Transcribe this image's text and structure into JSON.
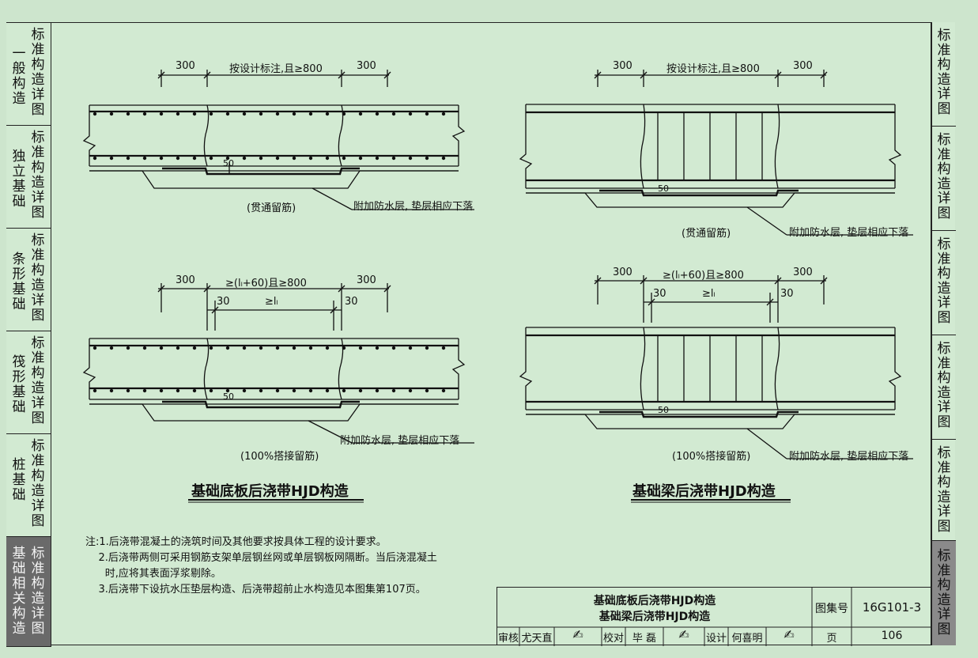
{
  "left_tabs": [
    {
      "a": "一般构造",
      "b": "标准构造详图"
    },
    {
      "a": "独立基础",
      "b": "标准构造详图"
    },
    {
      "a": "条形基础",
      "b": "标准构造详图"
    },
    {
      "a": "筏形基础",
      "b": "标准构造详图"
    },
    {
      "a": "桩基础",
      "b": "标准构造详图"
    },
    {
      "a": "基础相关构造",
      "b": "标准构造详图"
    }
  ],
  "right_tabs": [
    "标准构造详图",
    "标准构造详图",
    "标准构造详图",
    "标准构造详图",
    "标准构造详图",
    "标准构造详图"
  ],
  "dims": {
    "d300": "300",
    "design": "按设计标注,且≥800",
    "lap": "≥(lₗ+60)且≥800",
    "d30": "30",
    "ll": "≥lₗ",
    "d50": "50"
  },
  "labels": {
    "through": "(贯通留筋)",
    "lap100": "(100%搭接留筋)",
    "waterproof": "附加防水层, 垫层相应下落"
  },
  "titles": {
    "left": "基础底板后浇带HJD构造",
    "right": "基础梁后浇带HJD构造"
  },
  "notes": [
    "注:1.后浇带混凝土的浇筑时间及其他要求按具体工程的设计要求。",
    "    2.后浇带两侧可采用钢筋支架单层钢丝网或单层钢板网隔断。当后浇混凝土",
    "      时,应将其表面浮浆剔除。",
    "    3.后浇带下设抗水压垫层构造、后浇带超前止水构造见本图集第107页。"
  ],
  "titleblock": {
    "title1": "基础底板后浇带HJD构造",
    "title2": "基础梁后浇带HJD构造",
    "atlas_label": "图集号",
    "atlas_no": "16G101-3",
    "page_label": "页",
    "page_no": "106",
    "review_label": "审核",
    "reviewer": "尤天直",
    "check_label": "校对",
    "checker": "毕 磊",
    "design_label": "设计",
    "designer": "何喜明"
  }
}
